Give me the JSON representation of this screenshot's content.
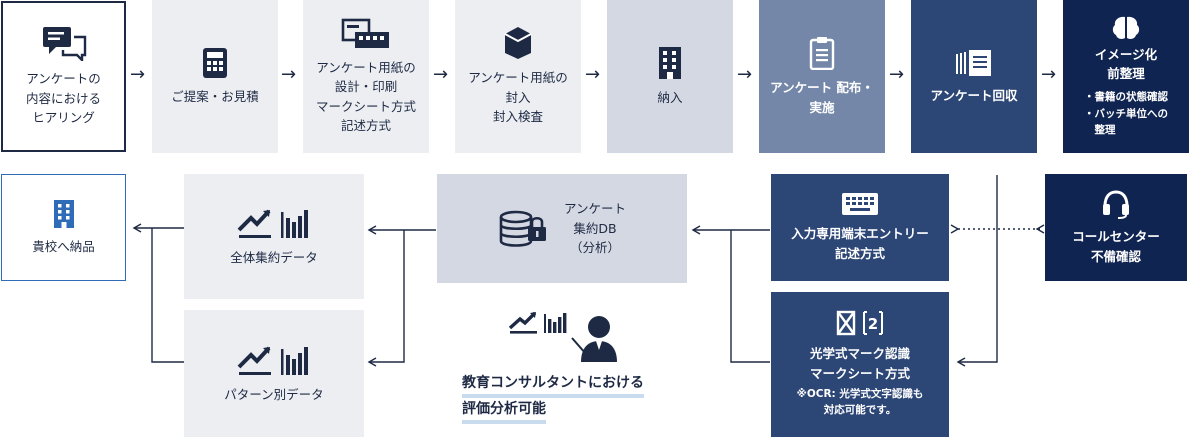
{
  "row1": [
    {
      "label": "アンケートの\n内容における\nヒアリング",
      "icon": "chat-icon"
    },
    {
      "label": "ご提案・お見積",
      "icon": "calculator-icon"
    },
    {
      "label": "アンケート用紙の\n設計・印刷\nマークシート方式\n記述方式",
      "icon": "printer-icon"
    },
    {
      "label": "アンケート用紙の\n封入\n封入検査",
      "icon": "package-icon"
    },
    {
      "label": "納入",
      "icon": "building-icon"
    },
    {
      "label": "アンケート 配布・\n実施",
      "icon": "clipboard-icon"
    },
    {
      "label": "アンケート回収",
      "icon": "documents-icon"
    },
    {
      "label": "イメージ化\n前整理",
      "icon": "brain-icon",
      "sublist": "・書籍の状態確認\n・バッチ単位への\n　整理"
    }
  ],
  "school": {
    "label": "貴校へ納品",
    "icon": "building-icon"
  },
  "all_data": {
    "label": "全体集約データ",
    "icon": "chart-icon"
  },
  "pattern_data": {
    "label": "パターン別データ",
    "icon": "chart-icon"
  },
  "db": {
    "label": "アンケート\n集約DB\n（分析）",
    "icon": "database-lock-icon"
  },
  "entry": {
    "label": "入力専用端末エントリー\n記述方式",
    "icon": "keyboard-icon"
  },
  "ocr": {
    "label": "光学式マーク認識\nマークシート方式",
    "note": "※OCR: 光学式文字認識も\n対応可能です。",
    "icon": "ocr-icon"
  },
  "callcenter": {
    "label": "コールセンター\n不備確認",
    "icon": "headset-icon"
  },
  "consult": {
    "label_line1": "教育コンサルタントにおける",
    "label_line2": "評価分析可能",
    "icon": "consultant-icon"
  },
  "colors": {
    "navy": "#0f2450",
    "blue": "#2c4676",
    "steel": "#7587a8",
    "light": "#eceef2",
    "mid": "#d4d8e2",
    "accent": "#2e6cb8"
  }
}
